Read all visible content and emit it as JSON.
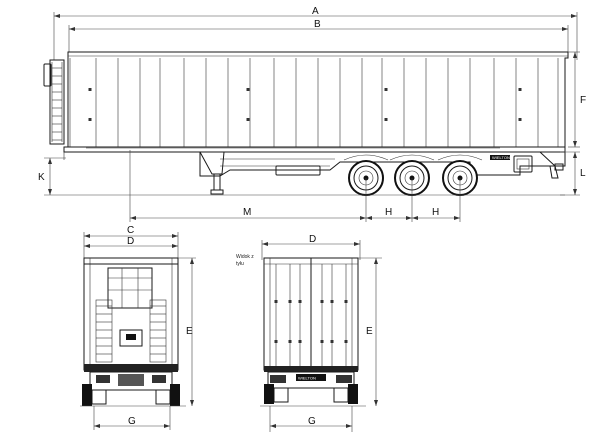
{
  "dimensions": {
    "A": "A",
    "B": "B",
    "C": "C",
    "D_rear": "D",
    "D_front": "D",
    "E_rear": "E",
    "E_front": "E",
    "F": "F",
    "G_rear": "G",
    "G_front": "G",
    "H_1": "H",
    "H_2": "H",
    "K": "K",
    "L": "L",
    "M": "M"
  },
  "annotations": {
    "view_note_1": "Widok z",
    "view_note_2": "tyłu",
    "side_brand": "WIELTON",
    "front_plate": "WIELTON"
  }
}
